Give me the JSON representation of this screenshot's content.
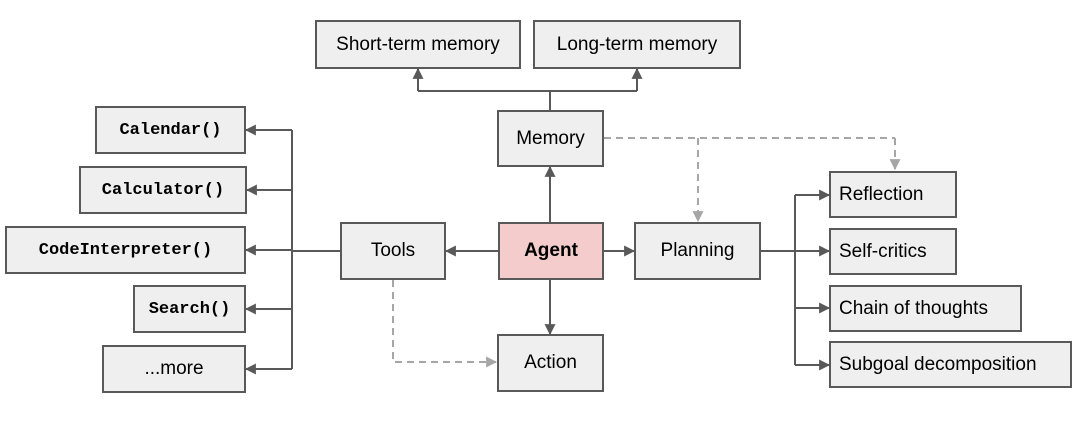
{
  "nodes": {
    "short_term_memory": "Short-term memory",
    "long_term_memory": "Long-term memory",
    "memory": "Memory",
    "tools": "Tools",
    "agent": "Agent",
    "planning": "Planning",
    "action": "Action",
    "calendar": "Calendar()",
    "calculator": "Calculator()",
    "code_interpreter": "CodeInterpreter()",
    "search": "Search()",
    "more": "...more",
    "reflection": "Reflection",
    "self_critics": "Self-critics",
    "chain_of_thoughts": "Chain of thoughts",
    "subgoal_decomposition": "Subgoal decomposition"
  },
  "edges": [
    {
      "from": "agent",
      "to": "memory",
      "style": "solid"
    },
    {
      "from": "agent",
      "to": "tools",
      "style": "solid"
    },
    {
      "from": "agent",
      "to": "planning",
      "style": "solid"
    },
    {
      "from": "agent",
      "to": "action",
      "style": "solid"
    },
    {
      "from": "memory",
      "to": "short_term_memory",
      "style": "solid"
    },
    {
      "from": "memory",
      "to": "long_term_memory",
      "style": "solid"
    },
    {
      "from": "memory",
      "to": "planning",
      "style": "dashed"
    },
    {
      "from": "memory",
      "to": "reflection",
      "style": "dashed"
    },
    {
      "from": "tools",
      "to": "action",
      "style": "dashed"
    },
    {
      "from": "tools",
      "to": "calendar",
      "style": "solid"
    },
    {
      "from": "tools",
      "to": "calculator",
      "style": "solid"
    },
    {
      "from": "tools",
      "to": "code_interpreter",
      "style": "solid"
    },
    {
      "from": "tools",
      "to": "search",
      "style": "solid"
    },
    {
      "from": "tools",
      "to": "more",
      "style": "solid"
    },
    {
      "from": "planning",
      "to": "reflection",
      "style": "solid"
    },
    {
      "from": "planning",
      "to": "self_critics",
      "style": "solid"
    },
    {
      "from": "planning",
      "to": "chain_of_thoughts",
      "style": "solid"
    },
    {
      "from": "planning",
      "to": "subgoal_decomposition",
      "style": "solid"
    }
  ],
  "colors": {
    "node_fill": "#efefef",
    "agent_fill": "#f4cccc",
    "border": "#595959",
    "solid_edge": "#595959",
    "dashed_edge": "#a6a6a6"
  }
}
